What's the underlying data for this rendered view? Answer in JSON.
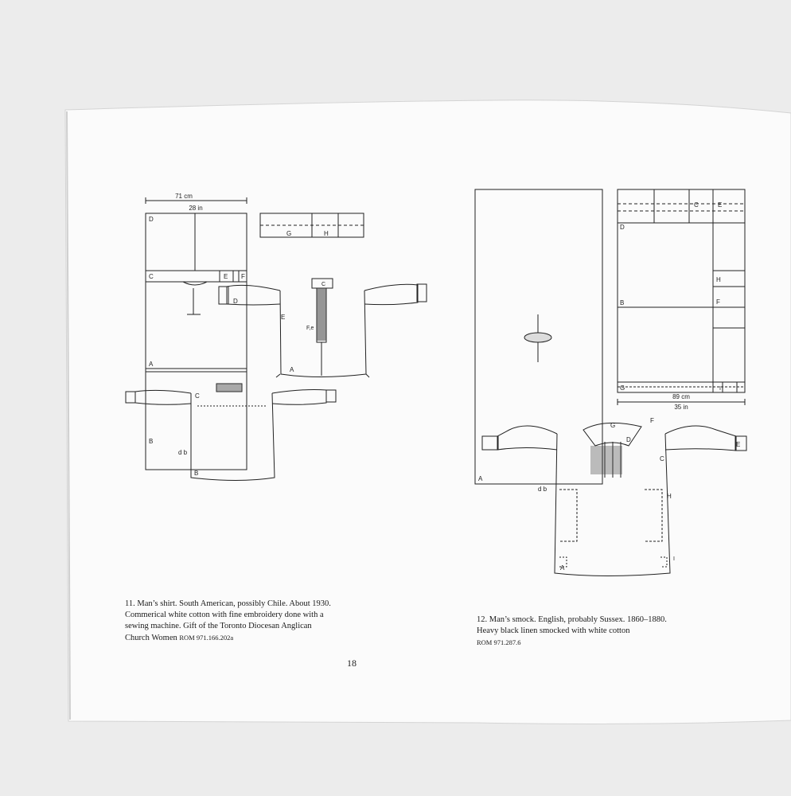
{
  "page_number": "18",
  "left_figure": {
    "dimension_cm": "71 cm",
    "dimension_in": "28 in",
    "piece_labels": {
      "D": "D",
      "C": "C",
      "E": "E",
      "F": "F",
      "A": "A",
      "B": "B",
      "G": "G",
      "H": "H",
      "fe": "F,e",
      "db": "d b"
    },
    "caption_line1": "11. Man’s shirt. South American, possibly Chile. About 1930.",
    "caption_line2": "Commerical white cotton with fine embroidery done with a",
    "caption_line3": "sewing machine. Gift of the Toronto Diocesan Anglican",
    "caption_line4": "Church Women",
    "caption_ref": "ROM 971.166.202a"
  },
  "right_figure": {
    "dimension_cm": "89 cm",
    "dimension_in": "35 in",
    "piece_labels": {
      "A": "A",
      "B": "B",
      "C": "C",
      "D": "D",
      "E": "E",
      "F": "F",
      "G": "G",
      "H": "H",
      "I": "I",
      "db": "d b"
    },
    "caption_line1": "12. Man’s smock. English, probably Sussex. 1860–1880.",
    "caption_line2": "Heavy black linen smocked with white cotton",
    "caption_ref": "ROM 971.287.6"
  }
}
